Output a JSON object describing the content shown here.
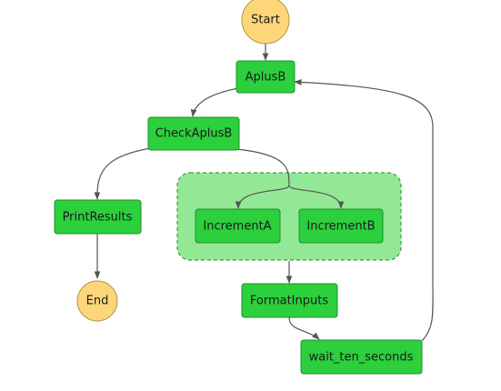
{
  "colors": {
    "task_fill": "#2bd03c",
    "task_stroke": "#1f8f2b",
    "terminal_fill": "#fdd67a",
    "terminal_stroke": "#b59448",
    "parallel_fill": "#93e896",
    "parallel_stroke": "#3c9a44",
    "edge": "#555555"
  },
  "nodes": {
    "start": {
      "label": "Start"
    },
    "aplusb": {
      "label": "AplusB"
    },
    "check_aplusb": {
      "label": "CheckAplusB"
    },
    "print_results": {
      "label": "PrintResults"
    },
    "end": {
      "label": "End"
    },
    "increment_a": {
      "label": "IncrementA"
    },
    "increment_b": {
      "label": "IncrementB"
    },
    "format_inputs": {
      "label": "FormatInputs"
    },
    "wait_ten_seconds": {
      "label": "wait_ten_seconds"
    }
  }
}
